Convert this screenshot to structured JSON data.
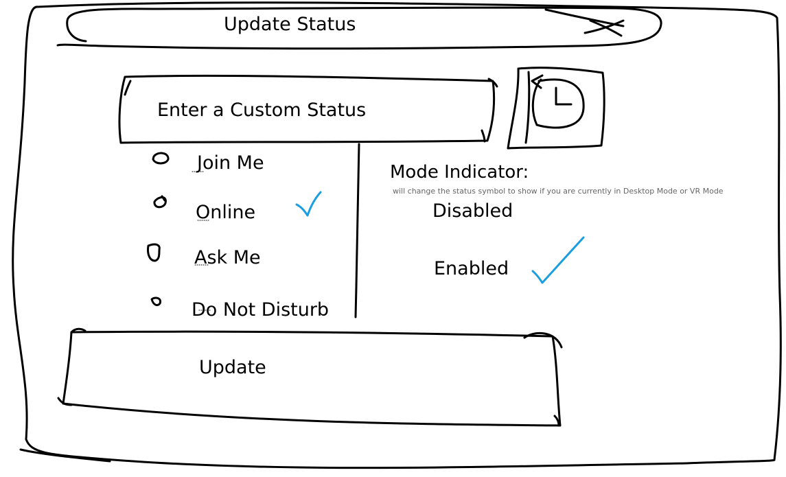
{
  "dialog": {
    "title": "Update Status",
    "close_icon": "close-icon"
  },
  "custom_status": {
    "placeholder": "Enter a Custom Status",
    "value": ""
  },
  "history": {
    "icon": "clock-icon"
  },
  "status_options": [
    {
      "label": "Join Me",
      "selected": false
    },
    {
      "label": "Online",
      "selected": true
    },
    {
      "label": "Ask Me",
      "selected": false
    },
    {
      "label": "Do Not Disturb",
      "selected": false
    }
  ],
  "mode_indicator": {
    "title": "Mode Indicator:",
    "description": "will change the status symbol to show if you are currently in Desktop Mode or VR Mode",
    "options": [
      {
        "label": "Disabled",
        "selected": false
      },
      {
        "label": "Enabled",
        "selected": true
      }
    ]
  },
  "actions": {
    "update_label": "Update"
  },
  "colors": {
    "ink": "#000000",
    "check": "#1a9ee0",
    "muted_text": "#666666"
  }
}
